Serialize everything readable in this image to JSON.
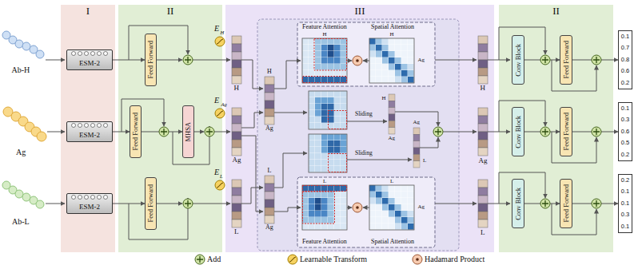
{
  "diagram": {
    "nodes": [
      {
        "text": [
          "I"
        ]
      },
      {
        "text": [
          "II"
        ]
      },
      {
        "text": [
          "III"
        ]
      },
      {
        "text": [
          "II"
        ]
      },
      {
        "text": [
          "ESM-2"
        ],
        "in": 0
      },
      {
        "text": [
          "ESM-2"
        ],
        "in": 0
      },
      {
        "text": [
          "ESM-2"
        ],
        "in": 0
      },
      {
        "text": [
          "Feed Forward"
        ],
        "in": 1
      },
      {
        "text": [
          "Feed Forward"
        ],
        "in": 1
      },
      {
        "text": [
          "MHSA"
        ],
        "in": 1
      },
      {
        "text": [
          "Feed Forward"
        ],
        "in": 1
      },
      {
        "text": [
          "Feature Attention"
        ],
        "in": 2
      },
      {
        "text": [
          "Spatial Attention"
        ],
        "in": 2
      },
      {
        "text": [
          "Feature Attention"
        ],
        "in": 2
      },
      {
        "text": [
          "Spatial Attention"
        ],
        "in": 2
      },
      {
        "text": [
          "Conv Block"
        ],
        "in": 3
      },
      {
        "text": [
          "Feed Forward"
        ],
        "in": 3
      },
      {
        "text": [
          "Conv Block"
        ],
        "in": 3
      },
      {
        "text": [
          "Feed Forward"
        ],
        "in": 3
      },
      {
        "text": [
          "Conv Block"
        ],
        "in": 3
      },
      {
        "text": [
          "Feed Forward"
        ],
        "in": 3
      },
      {
        "text": [
          "0.1",
          "0.7",
          "0.8",
          "0.6",
          "0.2"
        ]
      },
      {
        "text": [
          "0.1",
          "0.3",
          "0.6",
          "0.5",
          "0.2"
        ]
      },
      {
        "text": [
          "0.2",
          "0.1",
          "0.1",
          "0.3",
          "0.1"
        ]
      }
    ],
    "edges": [
      {
        "from": 4,
        "to": 7,
        "arrow": "to"
      },
      {
        "from": 5,
        "to": 8,
        "arrow": "to"
      },
      {
        "from": 8,
        "to": 9,
        "arrow": "to"
      },
      {
        "from": 6,
        "to": 10,
        "arrow": "to"
      },
      {
        "from": 15,
        "to": 16,
        "arrow": "to"
      },
      {
        "from": 17,
        "to": 18,
        "arrow": "to"
      },
      {
        "from": 19,
        "to": 20,
        "arrow": "to"
      },
      {
        "from": 16,
        "to": 21,
        "arrow": "to"
      },
      {
        "from": 18,
        "to": 22,
        "arrow": "to"
      },
      {
        "from": 20,
        "to": 23,
        "arrow": "to"
      }
    ],
    "labels": [
      "Ab-H",
      "Ag",
      "Ab-L",
      "E",
      "H",
      "E",
      "Ag",
      "E",
      "L",
      "H",
      "Ag",
      "L",
      "H",
      "Ag",
      "L",
      "Ag",
      "H",
      "H",
      "Ag",
      "Sliding",
      "Sliding",
      "H",
      "Ag",
      "Ag",
      "L",
      "L",
      "L",
      "Ag",
      "H",
      "Ag",
      "L"
    ],
    "legend": [
      {
        "text": "Add"
      },
      {
        "text": "Learnable Transform"
      },
      {
        "text": "Hadamard Product"
      }
    ]
  }
}
